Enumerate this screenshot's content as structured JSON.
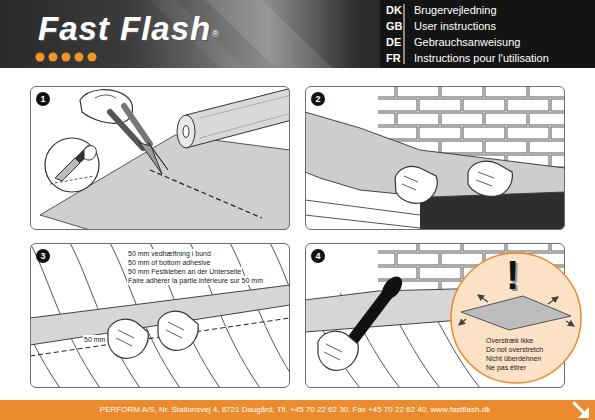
{
  "diagram": {
    "title": "Fast Flash",
    "nodes": [
      {
        "text": [
          "1"
        ]
      },
      {
        "text": [
          "2"
        ]
      },
      {
        "text": [
          "3",
          "50 mm vedhæftning i bund",
          "50 mm of bottom adhesive",
          "50 mm Festkleben an der Unterseite",
          "Faire adhérer la partie inférieure sur 50 mm",
          "50 mm"
        ]
      },
      {
        "text": [
          "4"
        ]
      },
      {
        "text": [
          "!",
          "Overstræk ikke",
          "Do not overstretch",
          "Nicht überdehnen",
          "Ne pas étirer"
        ],
        "in": 3
      }
    ],
    "labels": [
      "®",
      "DK",
      "Brugervejledning",
      "GB",
      "User instructions",
      "DE",
      "Gebrauchsanweisung",
      "FR",
      "Instructions pour l'utilisation",
      "PERFORM A/S, Nr. Stationsvej 4, 8721 Daugård, Tlf. +45 70 22 62 30, Fax +45 70 22 62 40, www.fastflash.dk"
    ]
  }
}
